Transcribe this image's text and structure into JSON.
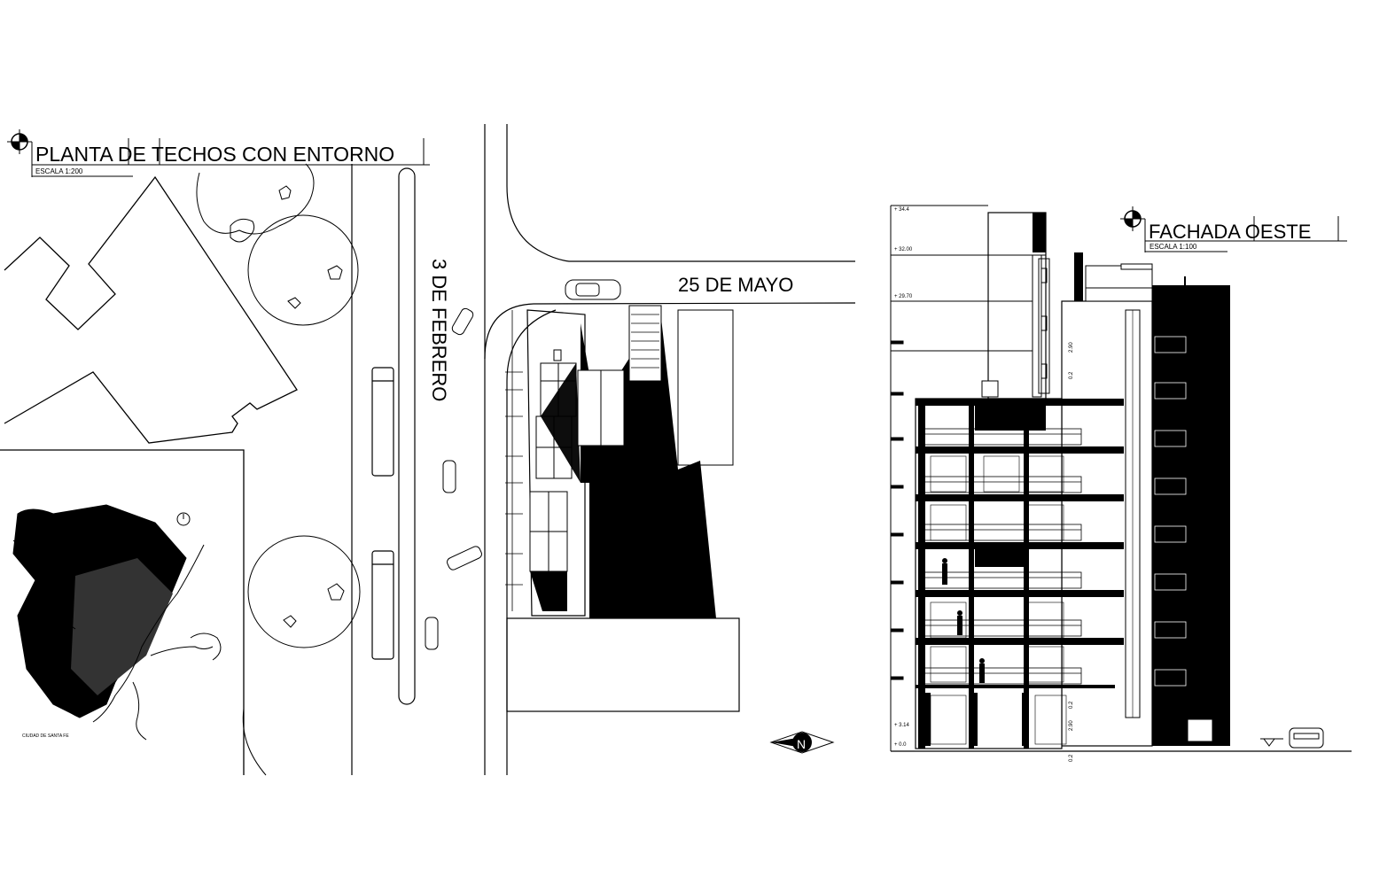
{
  "site_plan": {
    "title": "PLANTA DE TECHOS CON ENTORNO",
    "scale": "ESCALA 1:200",
    "street_vertical": "3 DE FEBRERO",
    "street_horizontal": "25 DE MAYO",
    "north_symbol": "N",
    "inset_map_caption": "CIUDAD DE SANTA FE"
  },
  "elevation": {
    "title": "FACHADA OESTE",
    "scale": "ESCALA 1:100",
    "level_labels": [
      "+ 34.4",
      "+ 32.00",
      "+ 29.70",
      "+ 3.14",
      "+ 0.0"
    ],
    "dimension_labels": [
      "2.90",
      "0.2",
      "2.90",
      "0.2",
      "0.2"
    ]
  }
}
